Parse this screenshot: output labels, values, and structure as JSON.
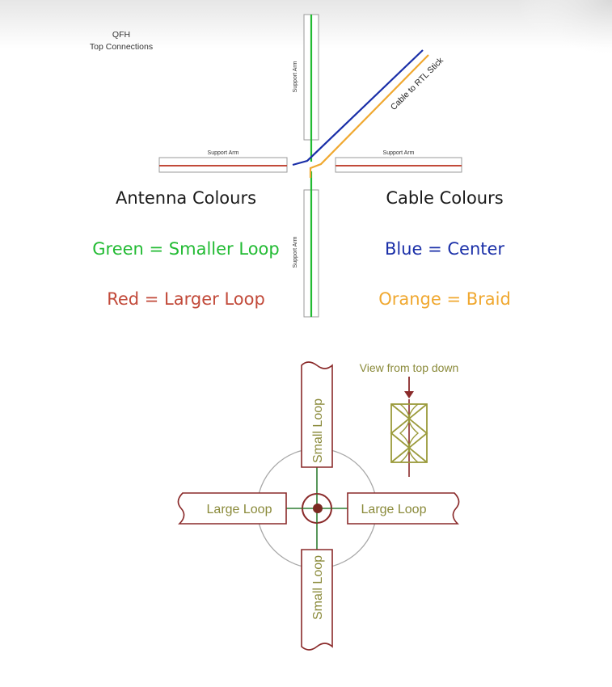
{
  "top_diagram": {
    "title_line1": "QFH",
    "title_line2": "Top Connections",
    "support_arm_top": "Support Arm",
    "support_arm_left": "Support Arm",
    "support_arm_right": "Support Arm",
    "support_arm_bottom": "Support Arm",
    "cable_label": "Cable to RTL Stick"
  },
  "legend": {
    "antenna_heading": "Antenna Colours",
    "cable_heading": "Cable Colours",
    "green_text": "Green = Smaller Loop",
    "red_text": "Red = Larger Loop",
    "blue_text": "Blue = Center",
    "orange_text": "Orange = Braid"
  },
  "bottom_diagram": {
    "small_loop_top": "Small Loop",
    "small_loop_bottom": "Small Loop",
    "large_loop_left": "Large Loop",
    "large_loop_right": "Large Loop",
    "view_label": "View from top down"
  },
  "colors": {
    "green": "#22bb33",
    "red": "#c24a3a",
    "blue": "#1a2fa8",
    "orange": "#f0a830",
    "heading": "#1a1a1a",
    "olive": "#8a8a3a",
    "maroon": "#8a2a2a",
    "dark_green": "#2e7d32",
    "frame_gray": "#999999"
  }
}
